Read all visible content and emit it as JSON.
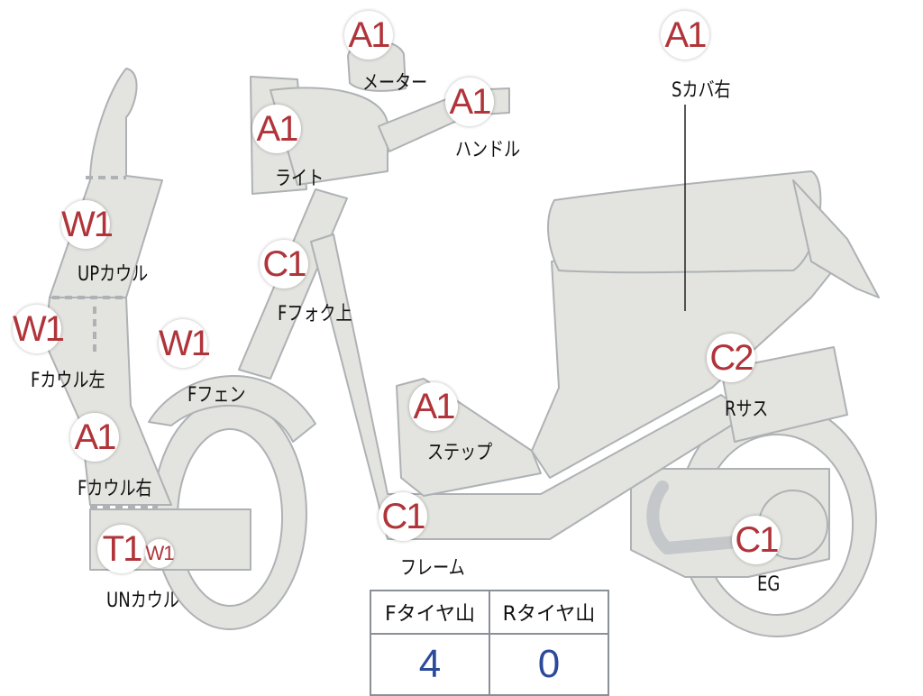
{
  "parts": [
    {
      "id": "meter",
      "code": "A1",
      "label": "メーター"
    },
    {
      "id": "s-cover-right",
      "code": "A1",
      "label": "Sカバ右"
    },
    {
      "id": "handle",
      "code": "A1",
      "label": "ハンドル"
    },
    {
      "id": "light",
      "code": "A1",
      "label": "ライト"
    },
    {
      "id": "up-cowl",
      "code": "W1",
      "label": "UPカウル"
    },
    {
      "id": "f-fork-upper",
      "code": "C1",
      "label": "Fフォク上"
    },
    {
      "id": "f-cowl-left",
      "code": "W1",
      "label": "Fカウル左"
    },
    {
      "id": "f-fender",
      "code": "W1",
      "label": "Fフェン"
    },
    {
      "id": "r-suspension",
      "code": "C2",
      "label": "Rサス"
    },
    {
      "id": "step",
      "code": "A1",
      "label": "ステップ"
    },
    {
      "id": "f-cowl-right",
      "code": "A1",
      "label": "Fカウル右"
    },
    {
      "id": "frame",
      "code": "C1",
      "label": "フレーム"
    },
    {
      "id": "un-cowl",
      "code": "T1",
      "code2": "W1",
      "label": "UNカウル"
    },
    {
      "id": "engine",
      "code": "C1",
      "label": "EG"
    }
  ],
  "tires": {
    "headers": [
      "Fタイヤ山",
      "Rタイヤ山"
    ],
    "values": [
      "4",
      "0"
    ]
  },
  "colors": {
    "part_fill": "#e3e3df",
    "part_stroke": "#aeb2b4",
    "code_text": "#b0343a",
    "value_text": "#2c4a9a"
  }
}
